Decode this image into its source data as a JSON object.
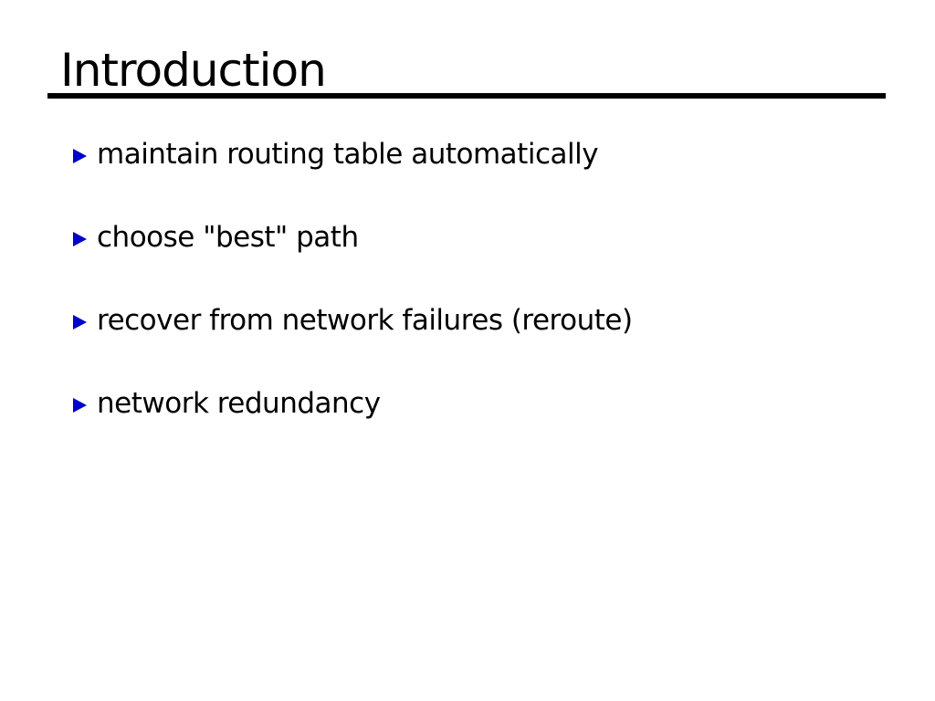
{
  "slide": {
    "title": "Introduction",
    "bullets": [
      "maintain routing table automatically",
      "choose \"best\" path",
      "recover from network failures (reroute)",
      "network redundancy"
    ],
    "colors": {
      "bullet": "#0000CC",
      "text": "#000000",
      "background": "#ffffff",
      "rule": "#000000"
    },
    "bullet_glyph": "right-pointing-triangle"
  }
}
